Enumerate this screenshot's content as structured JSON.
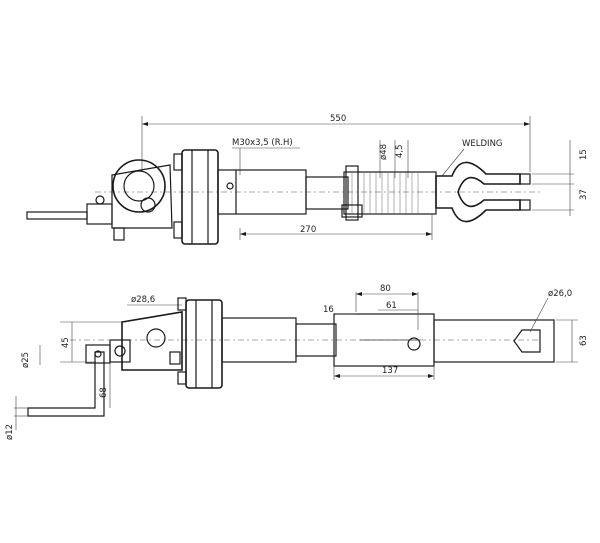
{
  "top_view": {
    "dim_overall": "550",
    "thread_note": "M30x3,5 (R.H)",
    "dim_diameter_48": "ø48",
    "dim_4_5": "4,5",
    "welding_note": "WELDING",
    "dim_15": "15",
    "dim_37": "37",
    "dim_270": "270"
  },
  "side_view": {
    "dim_dia_28_6": "ø28,6",
    "dim_45": "45",
    "dim_dia_25": "ø25",
    "dim_68": "68",
    "dim_dia_12": "ø12",
    "dim_80": "80",
    "dim_16": "16",
    "dim_61": "61",
    "dim_137": "137",
    "dim_dia_26": "ø26,0",
    "dim_63": "63"
  }
}
